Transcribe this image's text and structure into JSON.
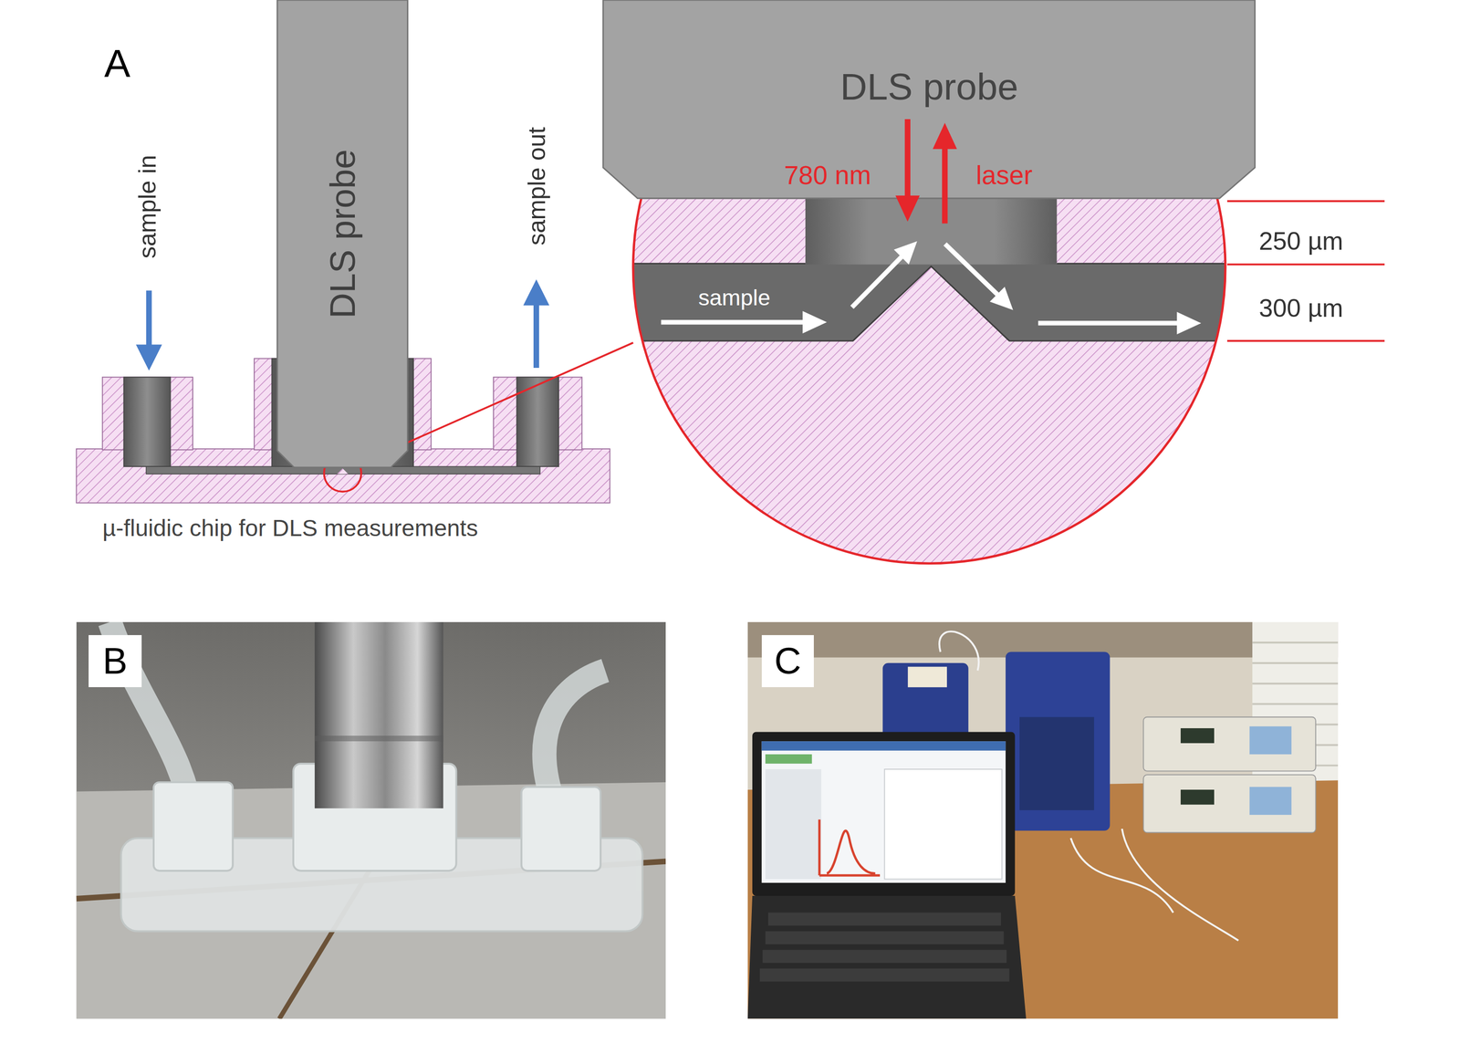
{
  "diagram": {
    "nodes": [
      {
        "text": [
          "DLS probe"
        ]
      },
      {
        "text": [
          "DLS probe"
        ]
      },
      {
        "text": [
          "B"
        ]
      },
      {
        "text": [
          "C"
        ]
      }
    ],
    "labels": [
      "A",
      "sample in",
      "sample out",
      "µ-fluidic chip for DLS measurements",
      "780 nm",
      "laser",
      "sample",
      "250 µm",
      "300 µm"
    ]
  }
}
